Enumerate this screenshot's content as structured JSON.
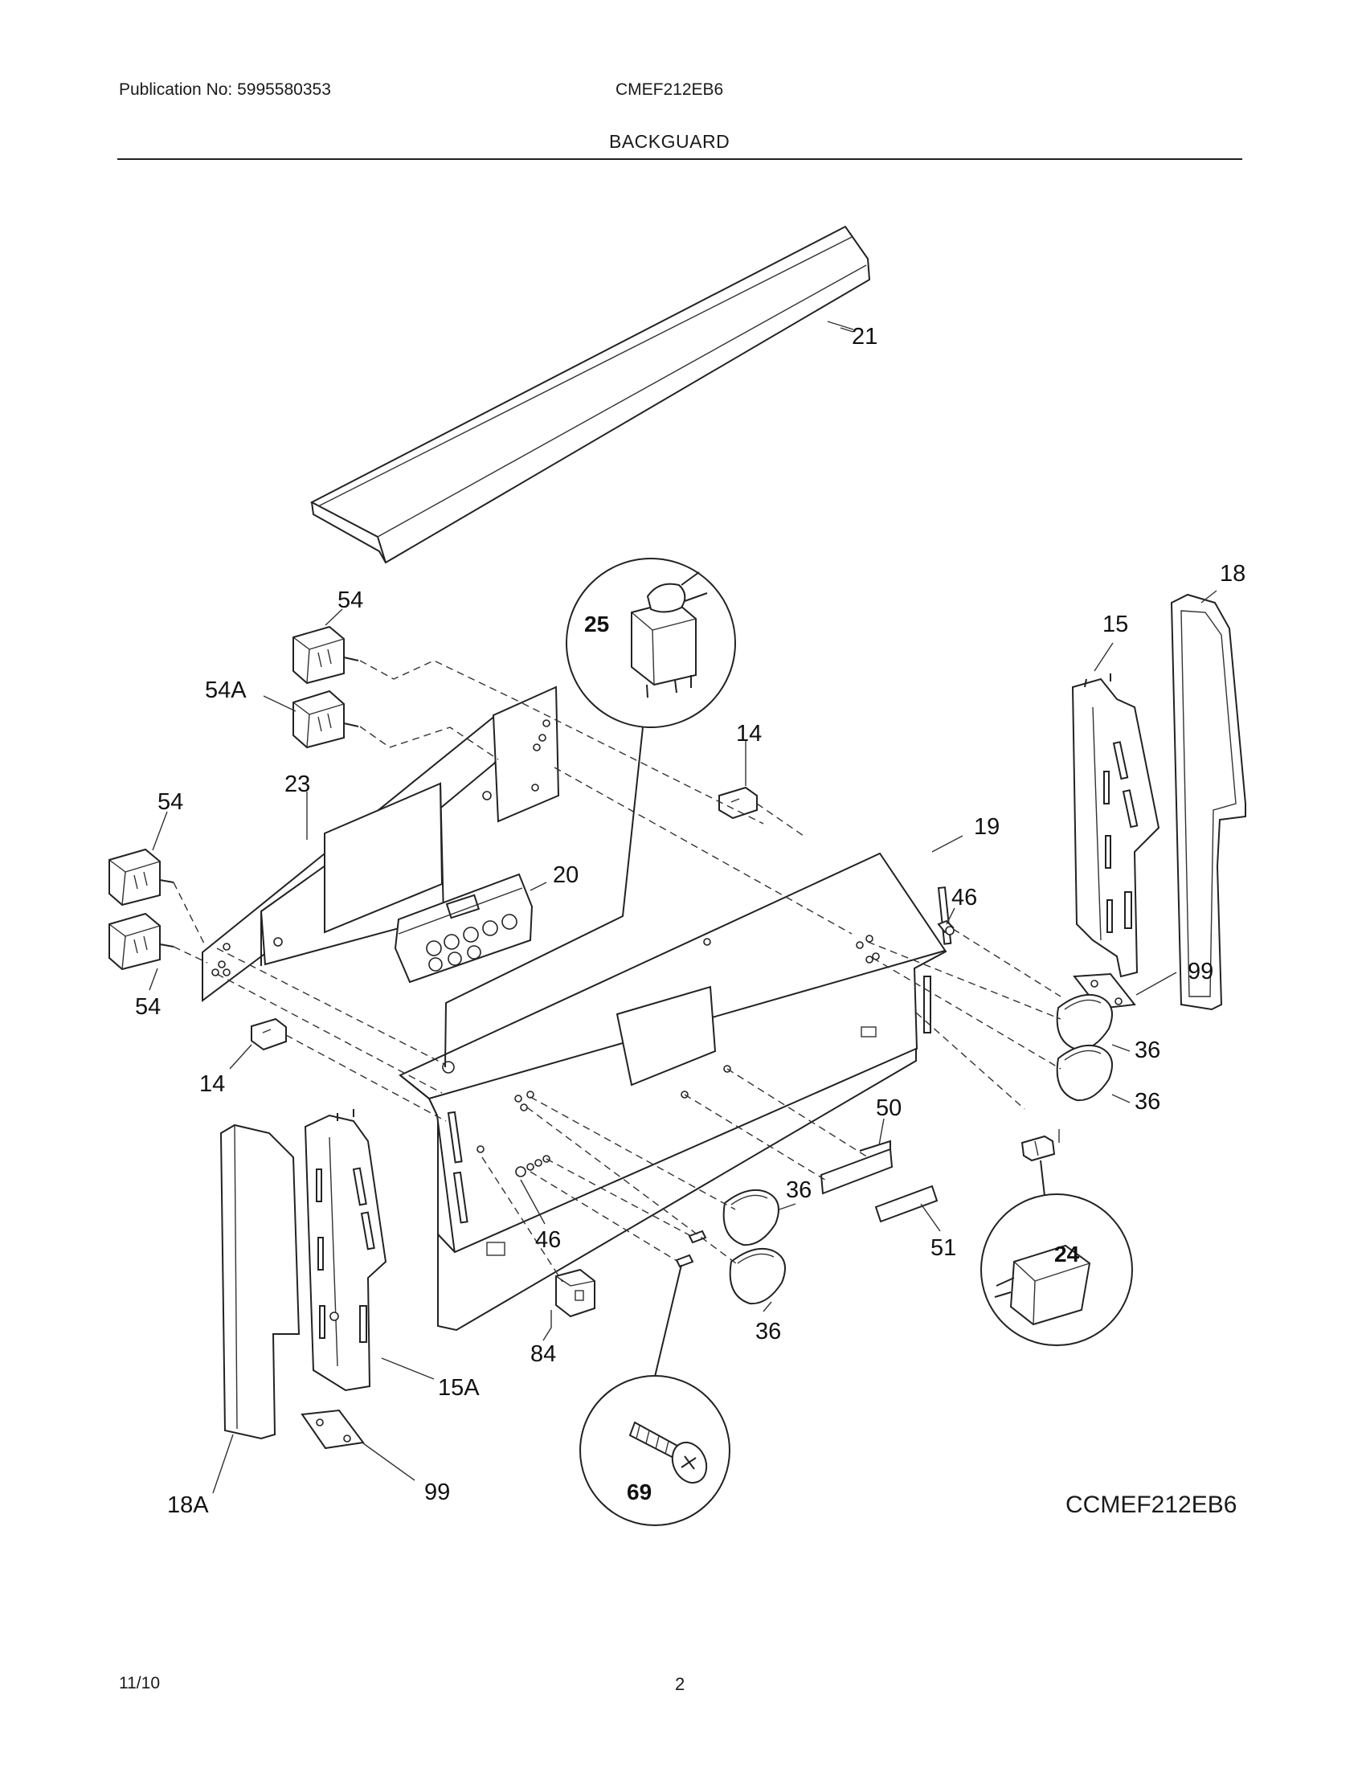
{
  "header": {
    "publication": "Publication No: 5995580353",
    "model": "CMEF212EB6",
    "section": "BACKGUARD"
  },
  "diagram": {
    "callouts": {
      "c21": "21",
      "c18": "18",
      "c15": "15",
      "c54_top": "54",
      "c54A": "54A",
      "c25": "25",
      "c14_top": "14",
      "c23": "23",
      "c54_mid": "54",
      "c19": "19",
      "c20": "20",
      "c46_right": "46",
      "c99_right": "99",
      "c54_bot": "54",
      "c36_r1": "36",
      "c36_r2": "36",
      "c14_bot": "14",
      "c50": "50",
      "c36_mid": "36",
      "c46_bot": "46",
      "c51": "51",
      "c24": "24",
      "c84": "84",
      "c36_bot": "36",
      "c15A": "15A",
      "c69": "69",
      "c18A": "18A",
      "c99_bot": "99"
    },
    "code": "CCMEF212EB6"
  },
  "footer": {
    "date": "11/10",
    "page": "2"
  }
}
